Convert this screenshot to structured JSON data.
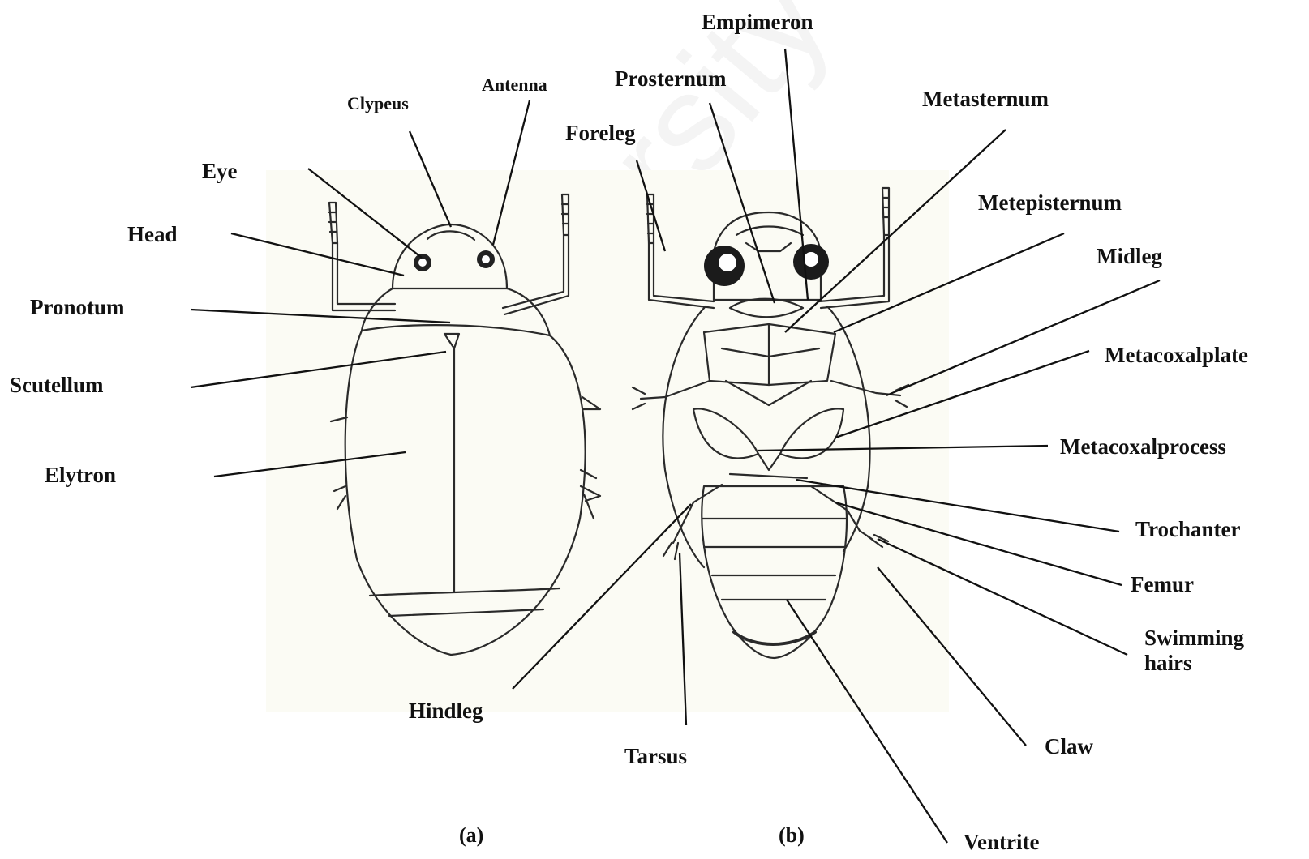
{
  "watermark": "University of Malaya",
  "panels": {
    "a": "(a)",
    "b": "(b)"
  },
  "labels": {
    "empimeron": "Empimeron",
    "prosternum": "Prosternum",
    "antenna": "Antenna",
    "clypeus": "Clypeus",
    "metasternum": "Metasternum",
    "foreleg": "Foreleg",
    "eye": "Eye",
    "metepisternum": "Metepisternum",
    "head": "Head",
    "midleg": "Midleg",
    "pronotum": "Pronotum",
    "scutellum": "Scutellum",
    "metacoxalplate": "Metacoxalplate",
    "metacoxalprocess": "Metacoxalprocess",
    "elytron": "Elytron",
    "trochanter": "Trochanter",
    "femur": "Femur",
    "swimming_hairs": "Swimming\nhairs",
    "hindleg": "Hindleg",
    "claw": "Claw",
    "tarsus": "Tarsus",
    "ventrite": "Ventrite"
  },
  "colors": {
    "ink": "#2a2a2a",
    "background_panel": "#fbfbf4"
  }
}
